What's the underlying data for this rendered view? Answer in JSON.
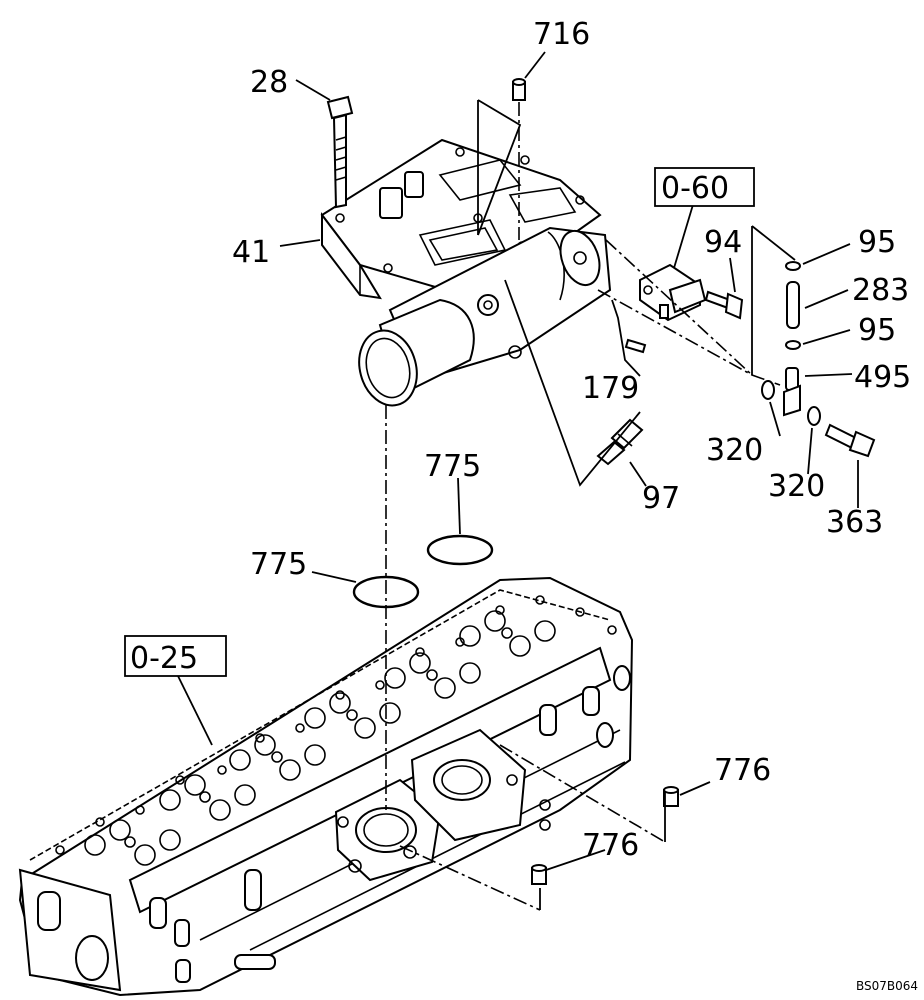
{
  "labels": {
    "l716a": "716",
    "l28": "28",
    "l41": "41",
    "l060": "0-60",
    "l94": "94",
    "l95a": "95",
    "l283": "283",
    "l95b": "95",
    "l495": "495",
    "l179": "179",
    "l320a": "320",
    "l320b": "320",
    "l363": "363",
    "l97": "97",
    "l775a": "775",
    "l775b": "775",
    "l025": "0-25",
    "l776a": "776",
    "l776b": "776"
  },
  "drawing_code": "BS07B064"
}
